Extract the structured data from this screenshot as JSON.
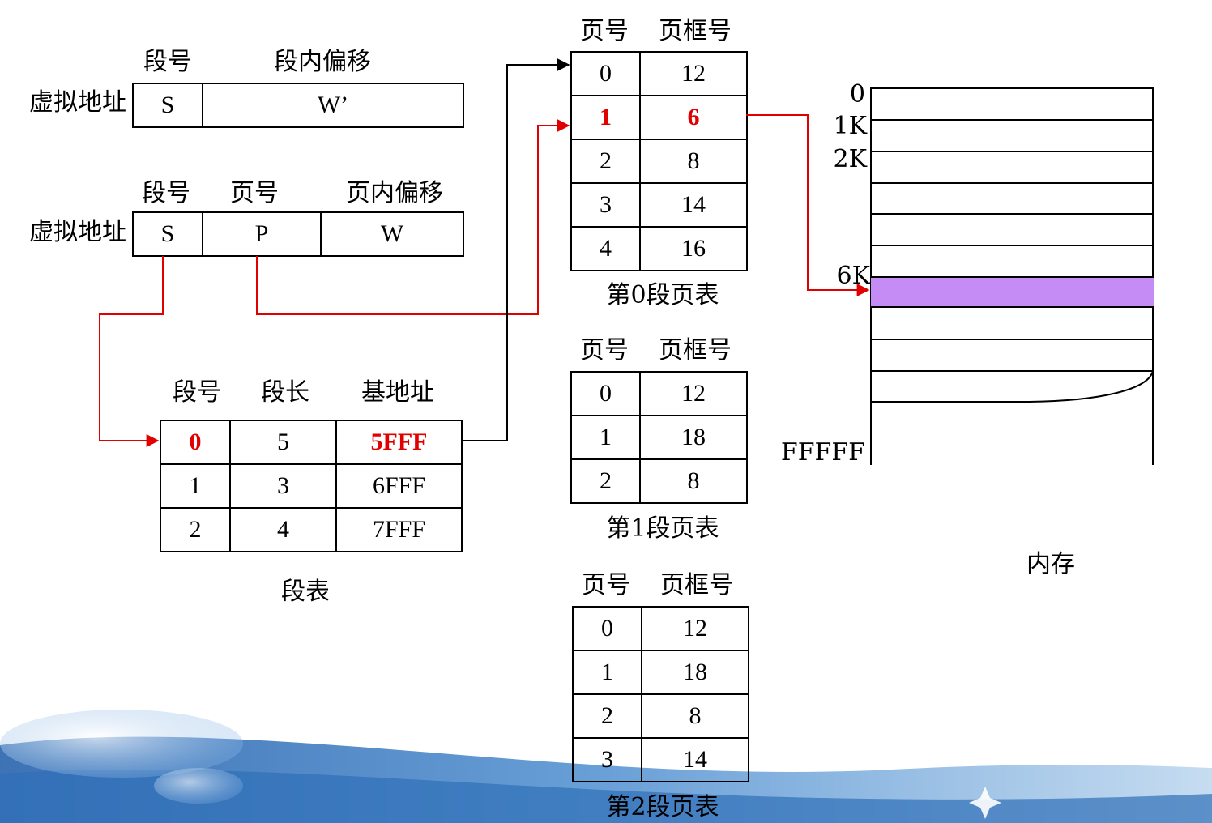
{
  "virtual_address_1": {
    "row_label": "虚拟地址",
    "headers": [
      "段号",
      "段内偏移"
    ],
    "cells": [
      "S",
      "W’"
    ]
  },
  "virtual_address_2": {
    "row_label": "虚拟地址",
    "headers": [
      "段号",
      "页号",
      "页内偏移"
    ],
    "cells": [
      "S",
      "P",
      "W"
    ]
  },
  "segment_table": {
    "headers": [
      "段号",
      "段长",
      "基地址"
    ],
    "rows": [
      [
        "0",
        "5",
        "5FFF"
      ],
      [
        "1",
        "3",
        "6FFF"
      ],
      [
        "2",
        "4",
        "7FFF"
      ]
    ],
    "caption": "段表"
  },
  "page_tables": [
    {
      "headers": [
        "页号",
        "页框号"
      ],
      "rows": [
        [
          "0",
          "12"
        ],
        [
          "1",
          "6"
        ],
        [
          "2",
          "8"
        ],
        [
          "3",
          "14"
        ],
        [
          "4",
          "16"
        ]
      ],
      "caption": "第0段页表"
    },
    {
      "headers": [
        "页号",
        "页框号"
      ],
      "rows": [
        [
          "0",
          "12"
        ],
        [
          "1",
          "18"
        ],
        [
          "2",
          "8"
        ]
      ],
      "caption": "第1段页表"
    },
    {
      "headers": [
        "页号",
        "页框号"
      ],
      "rows": [
        [
          "0",
          "12"
        ],
        [
          "1",
          "18"
        ],
        [
          "2",
          "8"
        ],
        [
          "3",
          "14"
        ]
      ],
      "caption": "第2段页表"
    }
  ],
  "memory": {
    "addr_labels": [
      "0",
      "1K",
      "2K",
      "6K",
      "FFFFF"
    ],
    "caption": "内存",
    "highlight_color": "#c58cf5"
  },
  "colors": {
    "arrow_red": "#e00000",
    "arrow_black": "#000000"
  }
}
